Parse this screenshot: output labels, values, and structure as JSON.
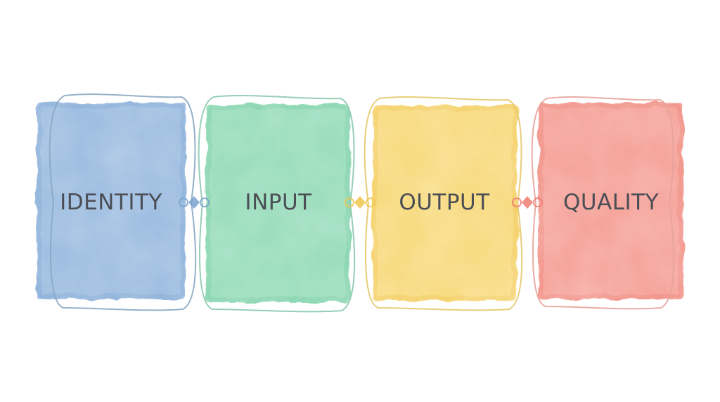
{
  "diagram": {
    "blocks": [
      {
        "label": "IDENTITY",
        "fill": "#8fb3dc",
        "edge": "#7aa2d0",
        "outline": "#8aa8c2"
      },
      {
        "label": "INPUT",
        "fill": "#8ad8b2",
        "edge": "#6fcaa0",
        "outline": "#8cc8b0"
      },
      {
        "label": "OUTPUT",
        "fill": "#f7d56c",
        "edge": "#f1c44e",
        "outline": "#e6c86a"
      },
      {
        "label": "QUALITY",
        "fill": "#f4958a",
        "edge": "#ee7d72",
        "outline": "#e8a39b"
      }
    ],
    "text_color": "#4b4e55"
  }
}
